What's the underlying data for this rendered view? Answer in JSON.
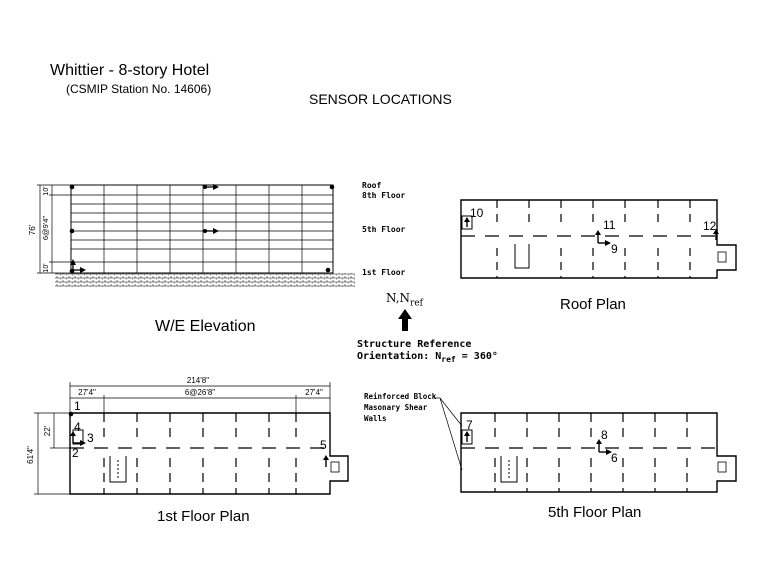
{
  "title": "Whittier - 8-story Hotel",
  "station": "(CSMIP Station No. 14606)",
  "heading": "SENSOR LOCATIONS",
  "elevation": {
    "caption": "W/E Elevation",
    "height_dim": "76'",
    "spacing_dim": "6@9'4\"",
    "end_dim_top": "10'",
    "end_dim_bottom": "10'",
    "floor_labels": [
      "Roof",
      "8th Floor",
      "5th Floor",
      "1st Floor"
    ]
  },
  "north": {
    "label_main": "N,N",
    "label_sub": "ref",
    "ref_line1": "Structure Reference",
    "ref_line2_main": "Orientation: N",
    "ref_line2_sub": "ref",
    "ref_line2_end": " = 360°"
  },
  "roof_plan": {
    "caption": "Roof Plan",
    "sensors": [
      "10",
      "11",
      "9",
      "12"
    ]
  },
  "first_floor_plan": {
    "caption": "1st Floor Plan",
    "overall_dim": "214'8\"",
    "left_dim": "27'4\"",
    "middle_dim": "6@26'8\"",
    "right_dim": "27'4\"",
    "depth_dim": "61'4\"",
    "inner_dim": "22'",
    "sensors": [
      "1",
      "4",
      "3",
      "2",
      "5"
    ]
  },
  "fifth_floor_plan": {
    "caption": "5th Floor Plan",
    "note_lines": [
      "Reinforced Block",
      "Masonary Shear",
      "Walls"
    ],
    "sensors": [
      "7",
      "8",
      "6"
    ]
  }
}
